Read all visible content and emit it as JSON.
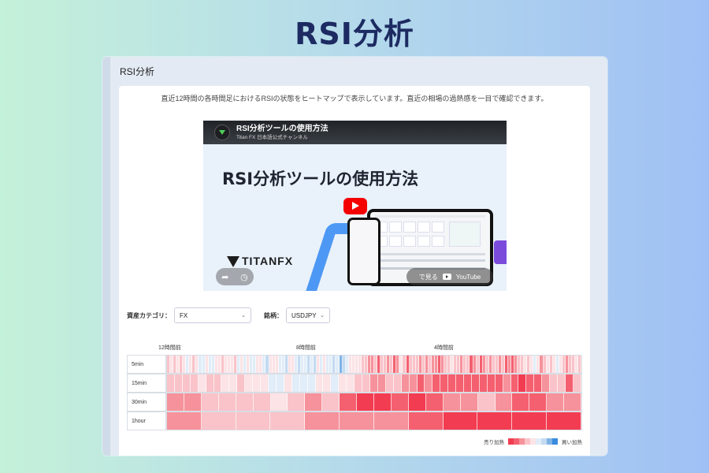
{
  "page_title": "RSI分析",
  "panel": {
    "title": "RSI分析",
    "description": "直近12時間の各時間足におけるRSIの状態をヒートマップで表示しています。直近の相場の過熱感を一目で確認できます。"
  },
  "video": {
    "title": "RSI分析ツールの使用方法",
    "channel": "Titan FX 日本語公式チャンネル",
    "big_title": "RSI分析ツールの使用方法",
    "brand": "TITANFX",
    "watch_label": "で見る",
    "platform": "YouTube"
  },
  "controls": {
    "category_label": "資産カテゴリ：",
    "category_value": "FX",
    "symbol_label": "銘柄：",
    "symbol_value": "USDJPY"
  },
  "heatmap": {
    "axis_labels": [
      "12時間前",
      "8時間前",
      "4時間前"
    ],
    "rows": [
      {
        "label": "5min",
        "cells": [
          1,
          0,
          1,
          0,
          1,
          0,
          -1,
          0,
          1,
          0,
          -1,
          -1,
          0,
          -1,
          -1,
          0,
          0,
          1,
          0,
          0,
          0,
          1,
          -1,
          0,
          -1,
          0,
          -1,
          -1,
          0,
          0,
          -1,
          -2,
          0,
          0,
          0,
          -1,
          -1,
          -2,
          0,
          0,
          -1,
          -2,
          -1,
          -1,
          -2,
          -1,
          -2,
          0,
          -1,
          0,
          -1,
          -1,
          -2,
          -1,
          -3,
          -2,
          -1,
          0,
          0,
          0,
          0,
          1,
          1,
          2,
          2,
          1,
          3,
          1,
          1,
          2,
          1,
          3,
          2,
          0,
          1,
          3,
          1,
          1,
          1,
          2,
          1,
          2,
          1,
          2,
          2,
          3,
          2,
          1,
          1,
          0,
          1,
          1,
          2,
          1,
          1,
          3,
          2,
          1,
          3,
          2,
          1,
          2,
          1,
          1,
          2,
          1,
          3,
          2,
          3,
          2,
          1,
          1,
          0,
          1,
          0,
          -1,
          0,
          2,
          1,
          0,
          1,
          0,
          -1,
          0,
          1,
          2,
          1,
          1,
          0,
          1
        ]
      },
      {
        "label": "15min",
        "cells": [
          1,
          1,
          1,
          1,
          0,
          1,
          1,
          0,
          0,
          1,
          0,
          0,
          0,
          -1,
          -1,
          0,
          -1,
          -1,
          -1,
          0,
          0,
          -1,
          0,
          0,
          1,
          1,
          2,
          2,
          1,
          1,
          2,
          2,
          3,
          2,
          3,
          3,
          3,
          3,
          3,
          3,
          3,
          3,
          3,
          2,
          3,
          4,
          3,
          3,
          2,
          1,
          1,
          3,
          1
        ]
      },
      {
        "label": "30min",
        "cells": [
          2,
          2,
          1,
          1,
          1,
          1,
          0,
          1,
          2,
          1,
          3,
          4,
          4,
          3,
          4,
          3,
          2,
          2,
          1,
          2,
          3,
          3,
          2,
          2
        ]
      },
      {
        "label": "1hour",
        "cells": [
          2,
          1,
          1,
          1,
          2,
          2,
          2,
          3,
          4,
          4,
          4,
          4
        ]
      }
    ]
  },
  "legend": {
    "sell_label": "売り加熱",
    "buy_label": "買い加熱",
    "levels": [
      4,
      3,
      2,
      1,
      0,
      -1,
      -2,
      -3,
      -4
    ]
  },
  "colors": {
    "title": "#1d2b62",
    "level_4": "#f23c52",
    "level_3": "#f4606f",
    "level_2": "#f6929b",
    "level_1": "#f9c3c9",
    "level_0": "#fbe3e6",
    "level_-1": "#e1edf8",
    "level_-2": "#c4dbf1",
    "level_-3": "#7fb3e6",
    "level_-4": "#3a8be0"
  }
}
